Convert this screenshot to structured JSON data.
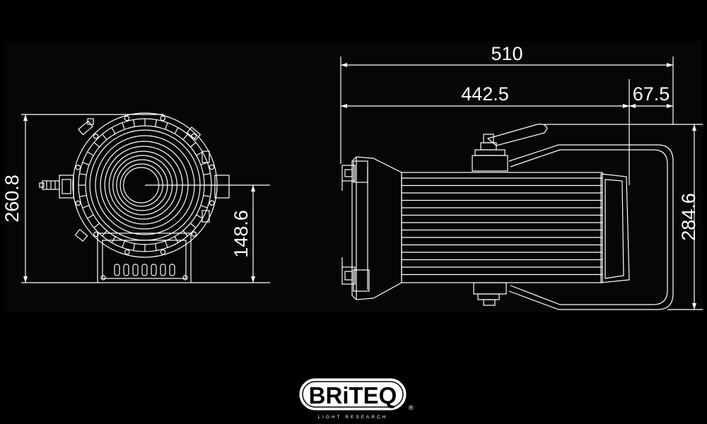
{
  "dimensions": {
    "front_height": "260.8",
    "front_center_height": "148.6",
    "side_total_length": "510",
    "side_body_length": "442.5",
    "side_rear_length": "67.5",
    "side_height": "284.6"
  },
  "logo": {
    "brand": "BRiTEQ",
    "tagline": "LIGHT RESEARCH",
    "registered": "®"
  },
  "colors": {
    "background": "#000000",
    "line": "#ffffff",
    "panel": "#060606"
  }
}
